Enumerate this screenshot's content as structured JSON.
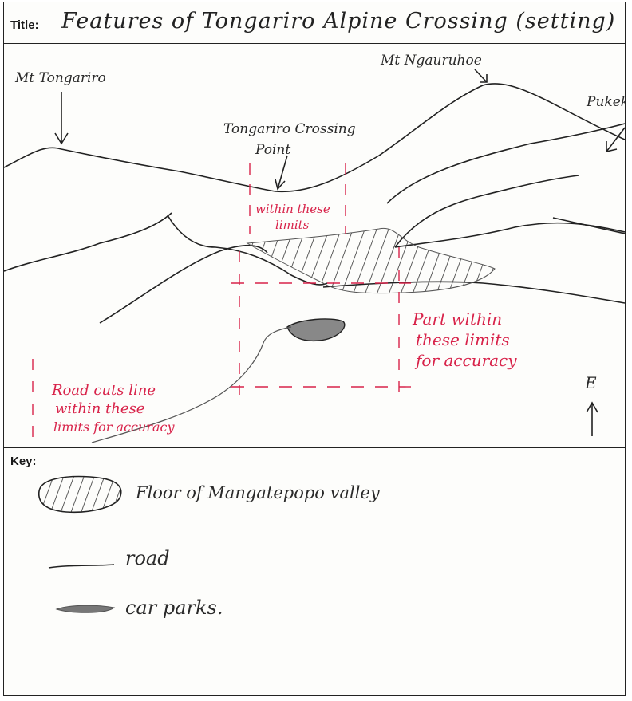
{
  "worksheet": {
    "title_label": "Title:",
    "title_text": "Features of Tongariro Alpine Crossing (setting)",
    "key_label": "Key:"
  },
  "sketch": {
    "label_tongariro": "Mt Tongariro",
    "label_ngauruhoe": "Mt Ngauruhoe",
    "label_pukeko": "Pukeko",
    "label_crossing_1": "Tongariro Crossing",
    "label_crossing_2": "Point",
    "limit_point_1": "within these",
    "limit_point_2": "limits",
    "limit_part_1": "Part within",
    "limit_part_2": "these limits",
    "limit_part_3": "for accuracy",
    "limit_road_1": "Road cuts line",
    "limit_road_2": "within these",
    "limit_road_3": "limits for accuracy",
    "north_letter": "E"
  },
  "key": {
    "items": [
      {
        "label": "Floor of Mangatepopo valley",
        "symbol": "hatched-area-icon"
      },
      {
        "label": "road",
        "symbol": "line-icon"
      },
      {
        "label": "car parks.",
        "symbol": "shaded-blob-icon"
      }
    ]
  },
  "colors": {
    "ink": "#2a2a2a",
    "red_pen": "#d8234a",
    "paper": "#fdfdfb"
  }
}
